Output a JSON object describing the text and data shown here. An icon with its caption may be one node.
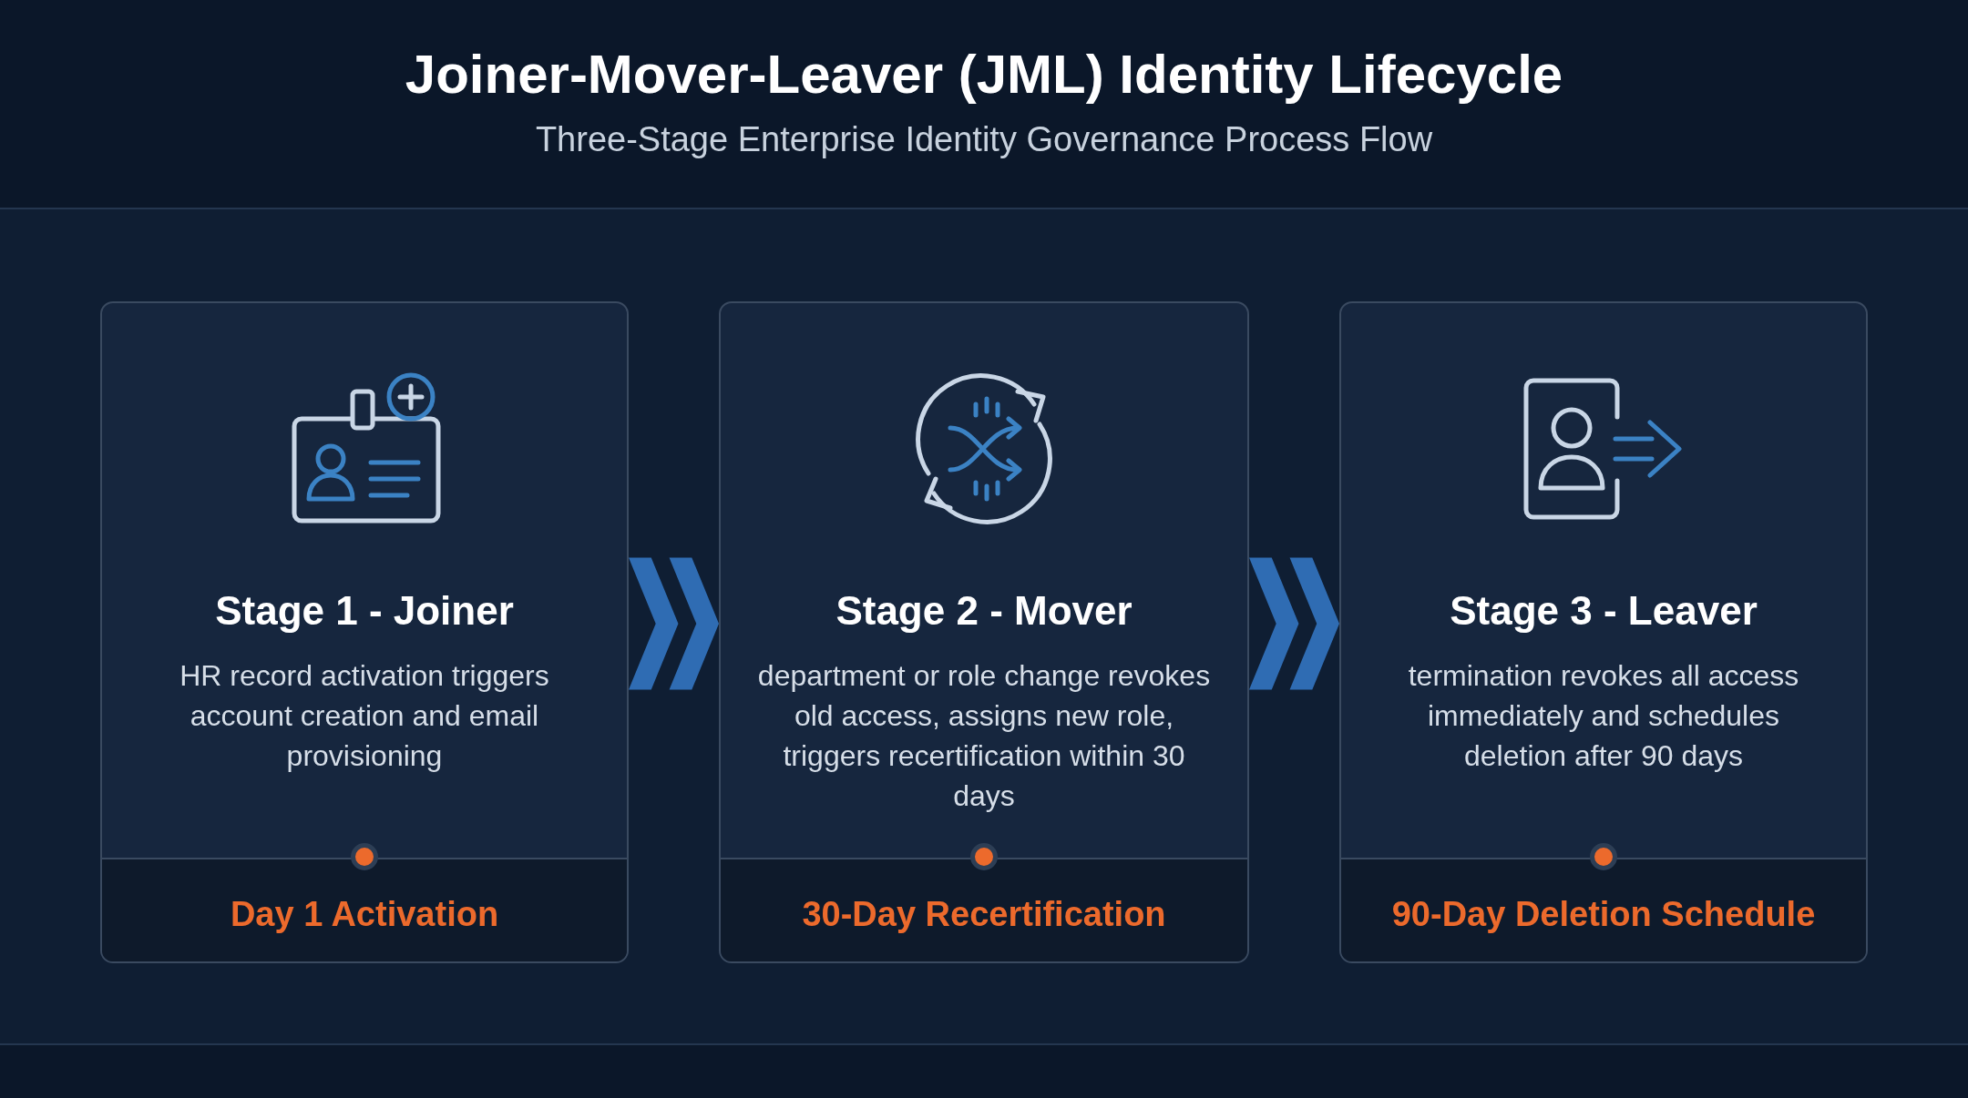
{
  "diagram": {
    "title": "Joiner-Mover-Leaver (JML) Identity Lifecycle",
    "caption": "Three-Stage Enterprise Identity Governance Process Flow",
    "nodes": [
      {
        "text": [
          "Stage 1 - Joiner",
          "HR record activation triggers account creation and email provisioning",
          "Day 1 Activation"
        ]
      },
      {
        "text": [
          "Stage 2 - Mover",
          "department or role change revokes old access, assigns new role, triggers recertification within 30 days",
          "30-Day Recertification"
        ]
      },
      {
        "text": [
          "Stage 3 - Leaver",
          "termination revokes all access immediately and schedules deletion after 90 days",
          "90-Day Deletion Schedule"
        ]
      }
    ],
    "edges": [
      {
        "from": 0,
        "to": 1,
        "arrow": "to"
      },
      {
        "from": 1,
        "to": 2,
        "arrow": "to"
      }
    ]
  }
}
